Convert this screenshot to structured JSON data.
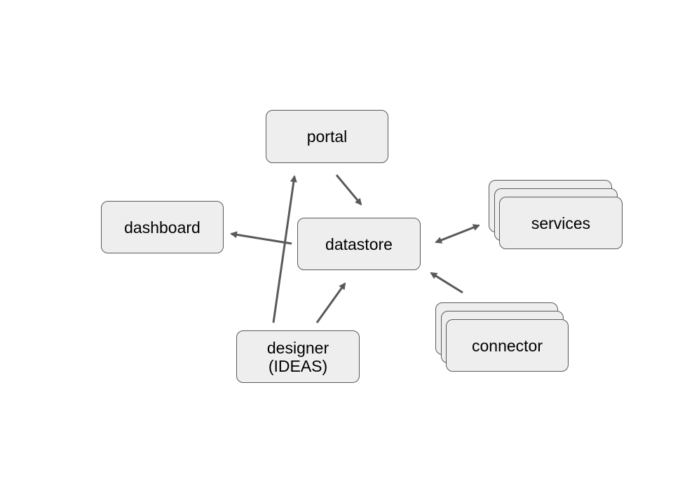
{
  "diagram": {
    "nodes": {
      "portal": "portal",
      "dashboard": "dashboard",
      "datastore": "datastore",
      "services": "services",
      "designer": "designer\n(IDEAS)",
      "connector": "connector"
    },
    "colors": {
      "box_fill": "#eeeeee",
      "box_border": "#595959",
      "arrow": "#595959",
      "text": "#000000"
    }
  }
}
